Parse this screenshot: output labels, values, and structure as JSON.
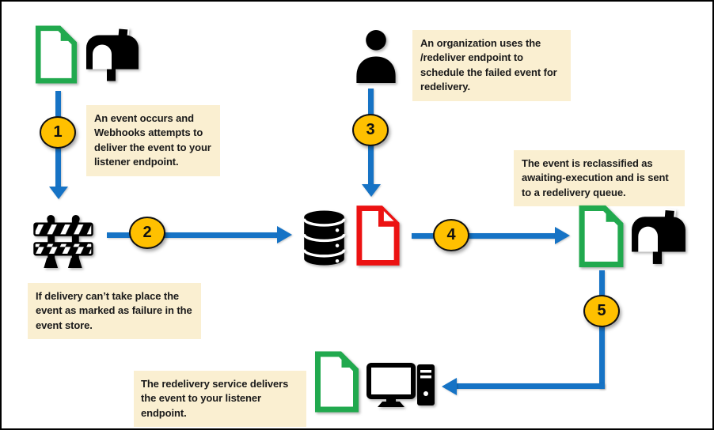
{
  "colors": {
    "arrow_blue": "#1673C5",
    "badge_yellow": "#FFC000",
    "note_background": "#FAEFD1",
    "document_green": "#21A94E",
    "document_red": "#EC1212",
    "icon_black": "#000000"
  },
  "icons": [
    "document-icon",
    "mailbox-icon",
    "barricade-icon",
    "person-icon",
    "database-icon",
    "failed-document-icon",
    "computer-icon"
  ],
  "steps": [
    {
      "number": "1",
      "note": {
        "pre": "An event occurs and Webhooks attempts to deliver the event to your listener endpoint.",
        "bold": "",
        "post": ""
      }
    },
    {
      "number": "2",
      "note": {
        "pre": "If delivery can’t take place the event as marked as ",
        "bold": "failure",
        "post": " in the event store."
      }
    },
    {
      "number": "3",
      "note": {
        "pre": "An organization uses the /redeliver endpoint to schedule the failed event for redelivery.",
        "bold": "",
        "post": ""
      }
    },
    {
      "number": "4",
      "note": {
        "pre": "The event is reclassified as ",
        "bold": "awaiting-execution",
        "post": " and is sent to a redelivery queue."
      }
    },
    {
      "number": "5",
      "note": {
        "pre": "The redelivery service delivers the event to your listener endpoint.",
        "bold": "",
        "post": ""
      }
    }
  ]
}
